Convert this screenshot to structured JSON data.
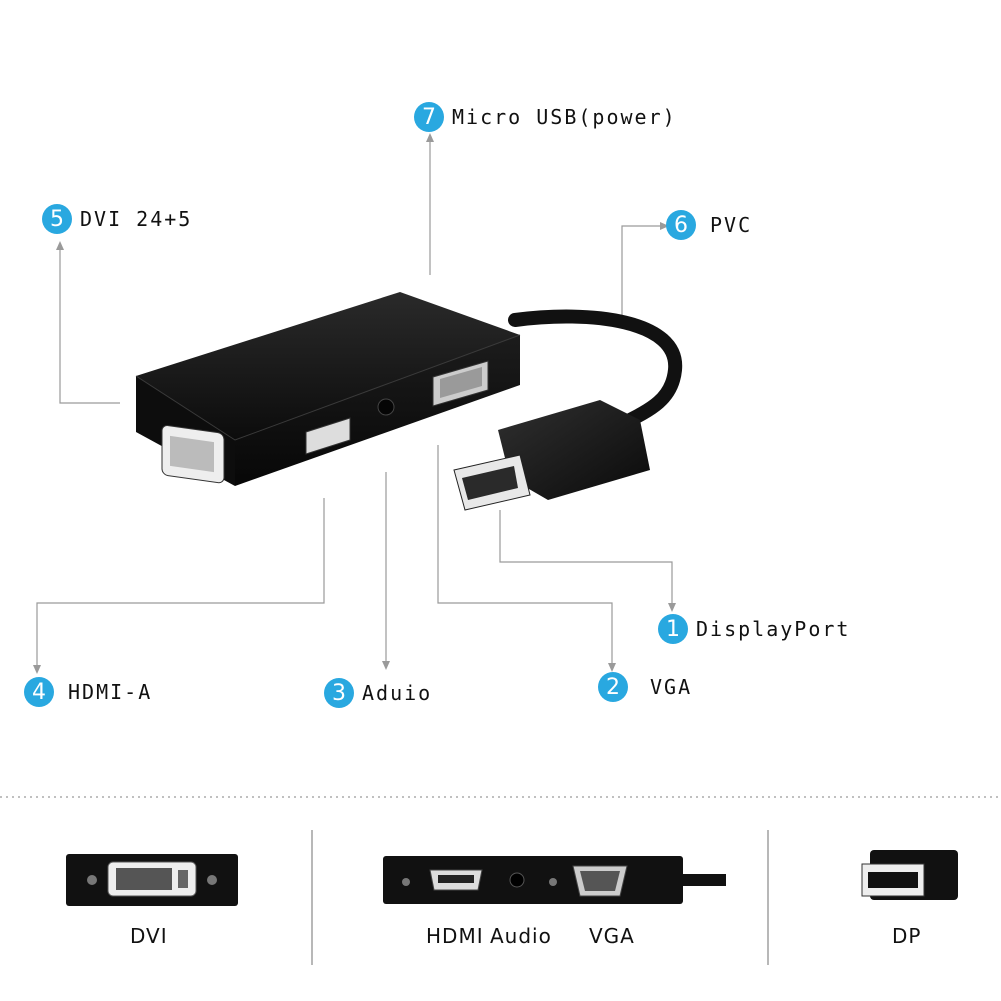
{
  "callouts": [
    {
      "num": "1",
      "text": "DisplayPort"
    },
    {
      "num": "2",
      "text": "VGA"
    },
    {
      "num": "3",
      "text": "Aduio"
    },
    {
      "num": "4",
      "text": "HDMI-A"
    },
    {
      "num": "5",
      "text": "DVI 24+5"
    },
    {
      "num": "6",
      "text": "PVC"
    },
    {
      "num": "7",
      "text": "Micro USB(power)"
    }
  ],
  "captions": {
    "dvi": "DVI",
    "hdmi": "HDMI",
    "audio": "Audio",
    "vga": "VGA",
    "dp": "DP"
  },
  "colors": {
    "badge": "#29a8e0",
    "device": "#151515",
    "leader": "#9a9a9a"
  }
}
